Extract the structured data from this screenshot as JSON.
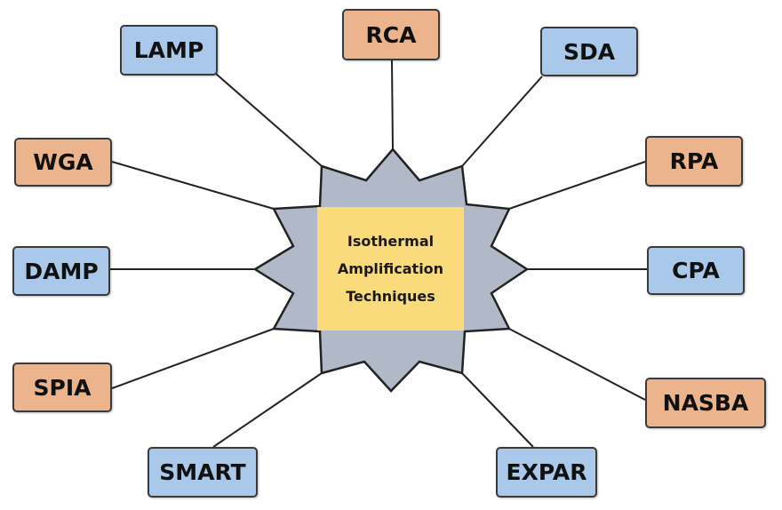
{
  "center": {
    "lines": [
      "Isothermal",
      "Amplification",
      "Techniques"
    ]
  },
  "techniques": [
    {
      "label": "LAMP",
      "group": "blue"
    },
    {
      "label": "RCA",
      "group": "orange"
    },
    {
      "label": "SDA",
      "group": "blue"
    },
    {
      "label": "WGA",
      "group": "orange"
    },
    {
      "label": "RPA",
      "group": "orange"
    },
    {
      "label": "DAMP",
      "group": "blue"
    },
    {
      "label": "CPA",
      "group": "blue"
    },
    {
      "label": "SPIA",
      "group": "orange"
    },
    {
      "label": "NASBA",
      "group": "orange"
    },
    {
      "label": "SMART",
      "group": "blue"
    },
    {
      "label": "EXPAR",
      "group": "blue"
    }
  ],
  "colors": {
    "blue": "#a9c8ea",
    "orange": "#ebb48c",
    "star": "#b1b9c9",
    "center": "#fadb7c"
  }
}
